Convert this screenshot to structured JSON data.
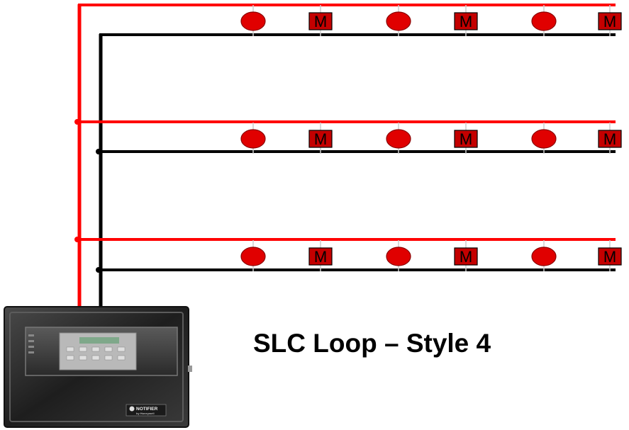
{
  "diagram": {
    "title": "SLC Loop – Style 4",
    "colors": {
      "loop_red": "#ff0000",
      "loop_black": "#000000",
      "device_fill": "#e00000",
      "module_fill": "#c40000",
      "panel_dark": "#2a2a2a"
    },
    "branches": [
      {
        "devices": [
          "detector",
          "module",
          "detector",
          "module",
          "detector",
          "module"
        ]
      },
      {
        "devices": [
          "detector",
          "module",
          "detector",
          "module",
          "detector",
          "module"
        ]
      },
      {
        "devices": [
          "detector",
          "module",
          "detector",
          "module",
          "detector",
          "module"
        ]
      }
    ],
    "module_label": "M",
    "device_icons": {
      "detector": "smoke-detector-icon",
      "module": "monitor-module-icon"
    },
    "panel": {
      "icon": "fire-alarm-control-panel-icon",
      "brand": "NOTIFIER",
      "brand_sub": "by Honeywell"
    }
  }
}
